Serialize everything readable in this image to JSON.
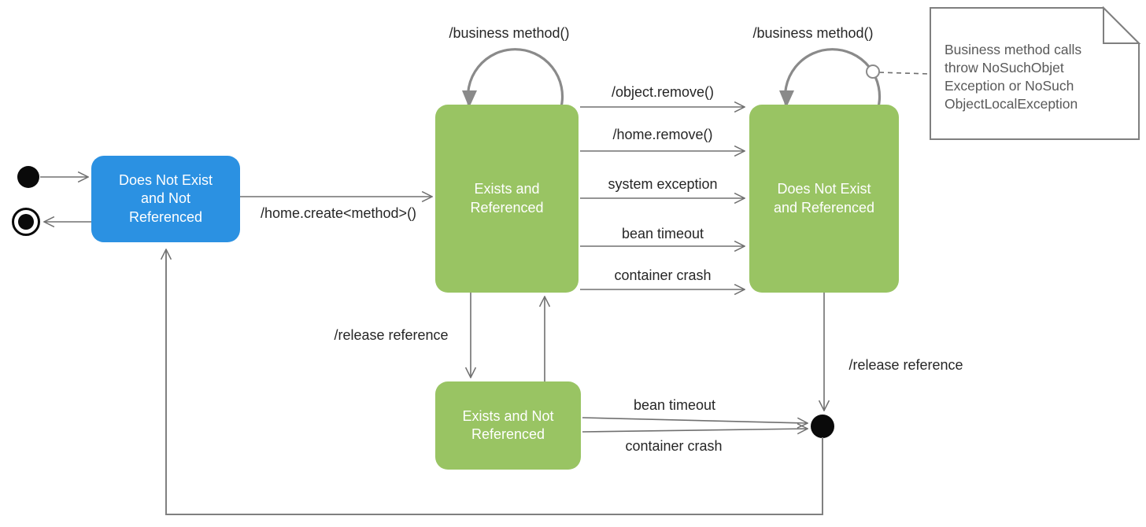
{
  "diagram": {
    "states": {
      "does_not_exist_not_referenced": "Does Not Exist\nand Not\nReferenced",
      "exists_referenced": "Exists and\nReferenced",
      "does_not_exist_referenced": "Does Not Exist\nand Referenced",
      "exists_not_referenced": "Exists and Not\nReferenced"
    },
    "labels": {
      "home_create": "/home.create<method>()",
      "business_method_left": "/business method()",
      "business_method_right": "/business method()",
      "object_remove": "/object.remove()",
      "home_remove": "/home.remove()",
      "system_exception": "system exception",
      "bean_timeout_top": "bean timeout",
      "container_crash_top": "container crash",
      "release_reference_left": "/release reference",
      "release_reference_right": "/release reference",
      "bean_timeout_bottom": "bean timeout",
      "container_crash_bottom": "container crash"
    },
    "note": {
      "text": "Business method calls\nthrow NoSuchObjet\nException or NoSuch\nObjectLocalException"
    },
    "colors": {
      "state_blue": "#2B91E2",
      "state_green": "#99C463",
      "line_gray": "#707070",
      "loop_gray": "#8A8A8A",
      "note_border": "#7F7F7F",
      "note_text": "#595959",
      "label_text": "#262626"
    }
  }
}
